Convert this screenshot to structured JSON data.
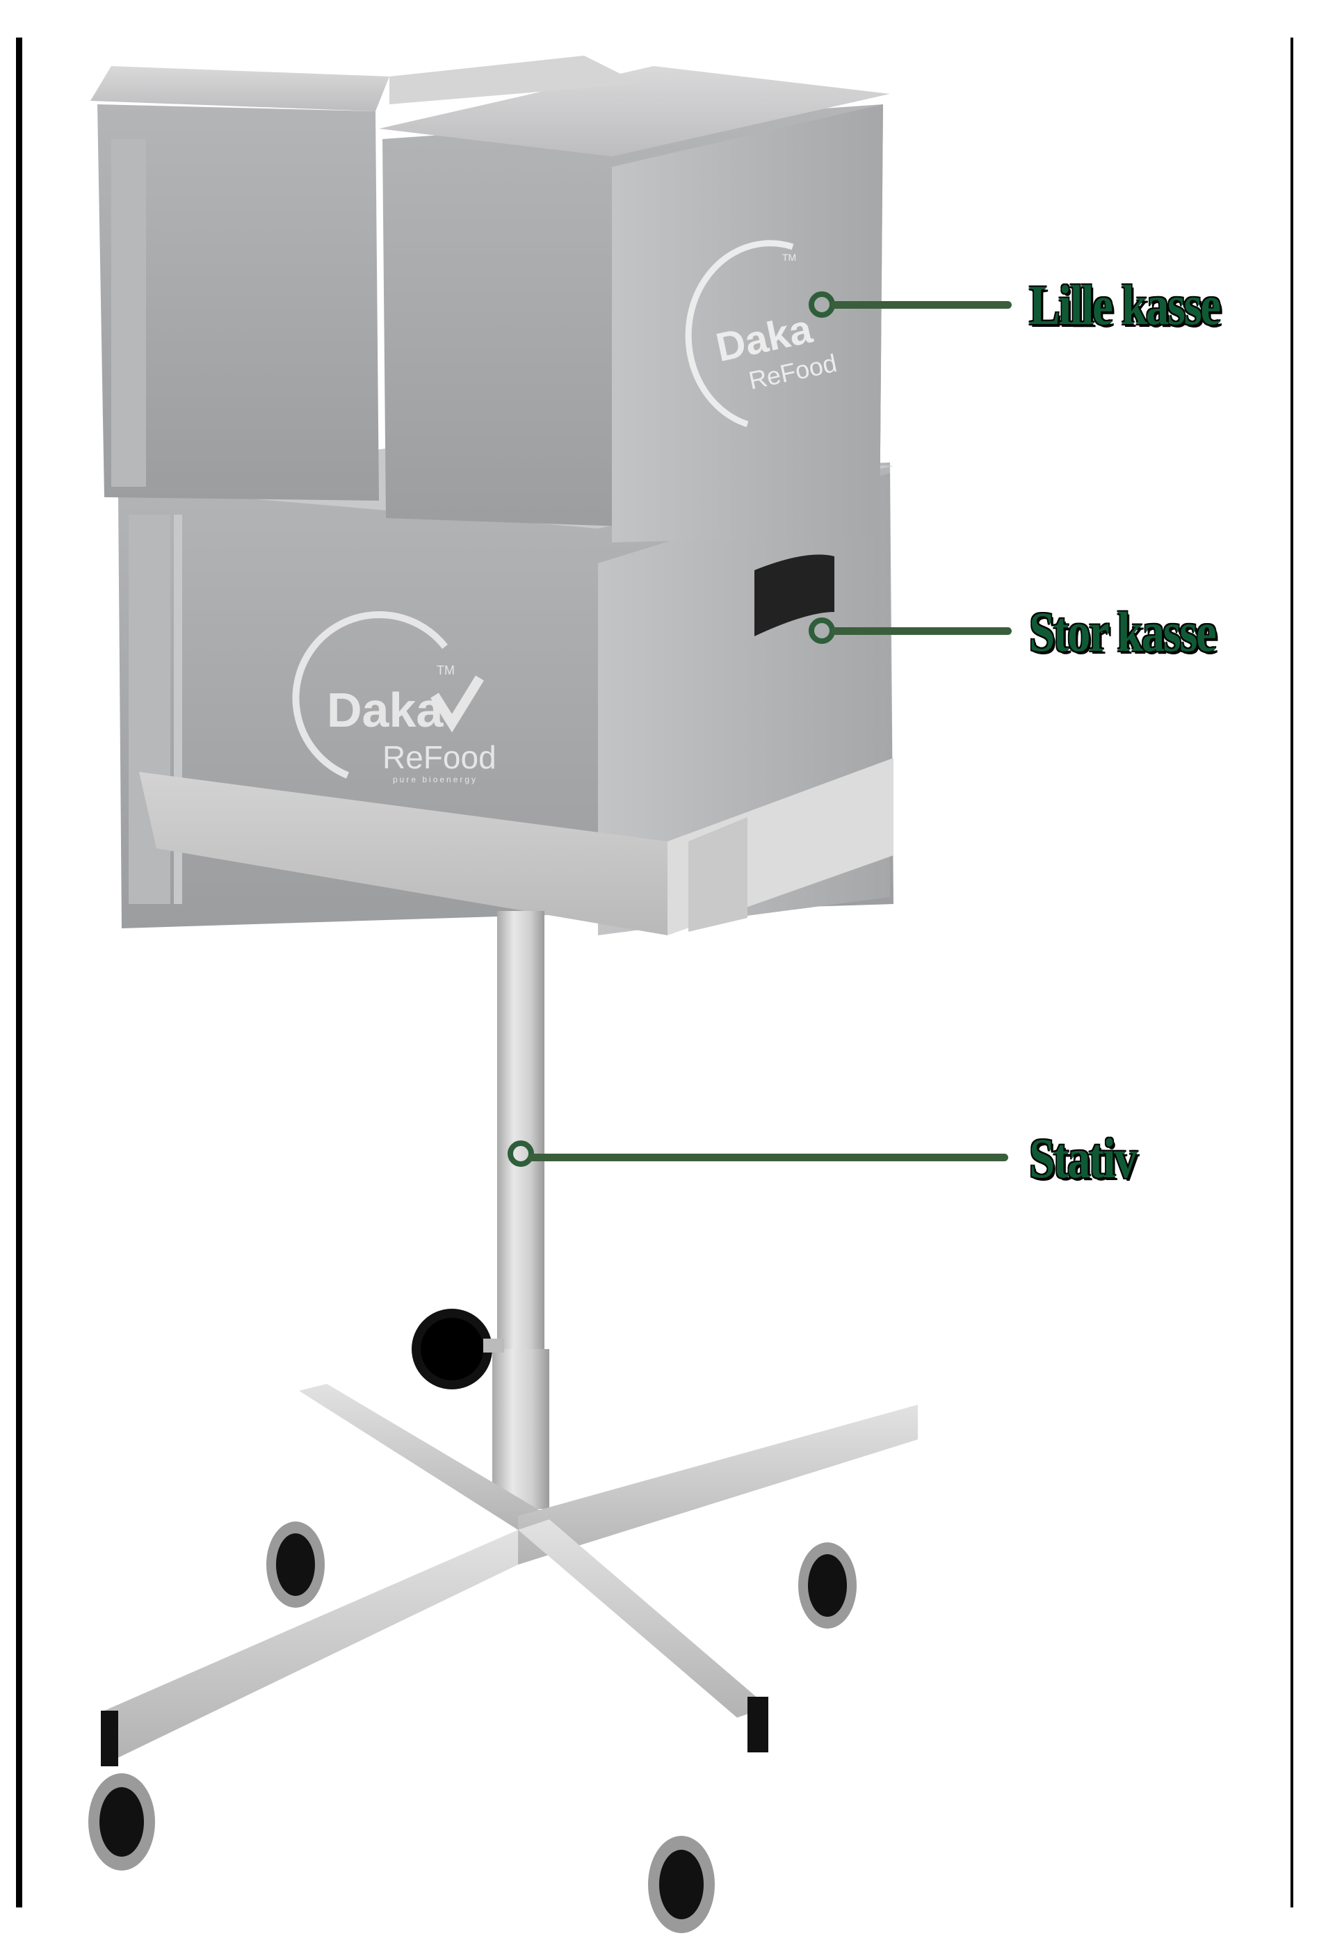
{
  "callouts": [
    {
      "label": "Lille kasse",
      "target": "small-crate"
    },
    {
      "label": "Stor kasse",
      "target": "large-crate"
    },
    {
      "label": "Stativ",
      "target": "stand"
    }
  ],
  "crate_logo": {
    "brand": "Daka",
    "sub_brand": "ReFood",
    "tagline": "pure bioenergy",
    "trademark": "TM"
  },
  "colors": {
    "callout_green": "#0f5a35",
    "callout_line": "#3a5e3c",
    "crate_gray": "#a9aaac",
    "steel": "#c9c9c9"
  }
}
